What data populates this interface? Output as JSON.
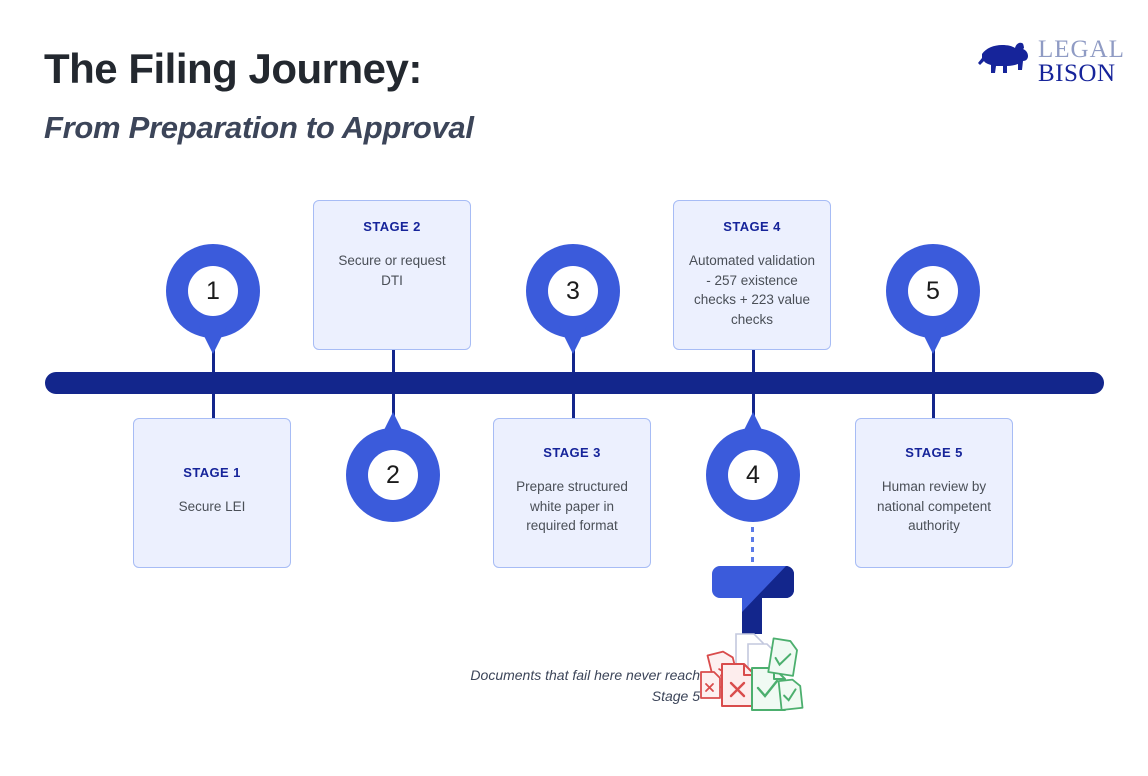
{
  "header": {
    "title": "The Filing Journey:",
    "subtitle": "From Preparation to Approval"
  },
  "logo": {
    "icon": "bison-icon",
    "line1": "LEGAL",
    "line2": "BISON",
    "icon_color": "#16249A",
    "line1_color": "#8f9bc4",
    "line2_color": "#16249A"
  },
  "timeline": {
    "bar_color": "#13268C",
    "marker_color": "#3B5BDB",
    "card_bg": "#ECF0FE",
    "card_border": "#A7BCF5",
    "stages": [
      {
        "number": "1",
        "title": "STAGE 1",
        "body": "Secure LEI",
        "marker_position": "above",
        "card_position": "below"
      },
      {
        "number": "2",
        "title": "STAGE 2",
        "body": "Secure or request DTI",
        "marker_position": "below",
        "card_position": "above"
      },
      {
        "number": "3",
        "title": "STAGE 3",
        "body": "Prepare structured white paper in required format",
        "marker_position": "above",
        "card_position": "below"
      },
      {
        "number": "4",
        "title": "STAGE 4",
        "body": "Automated validation - 257 existence checks + 223 value checks",
        "marker_position": "below",
        "card_position": "above"
      },
      {
        "number": "5",
        "title": "STAGE 5",
        "body": "Human review by national competent authority",
        "marker_position": "above",
        "card_position": "below"
      }
    ]
  },
  "annotation": {
    "funnel_icon": "funnel-icon",
    "documents_icon": "documents-pile-icon",
    "caption": "Documents that fail here never reach Stage 5",
    "fail_color": "#D94C4C",
    "pass_color": "#4CAF6E",
    "neutral_color": "#C3C8DE"
  }
}
